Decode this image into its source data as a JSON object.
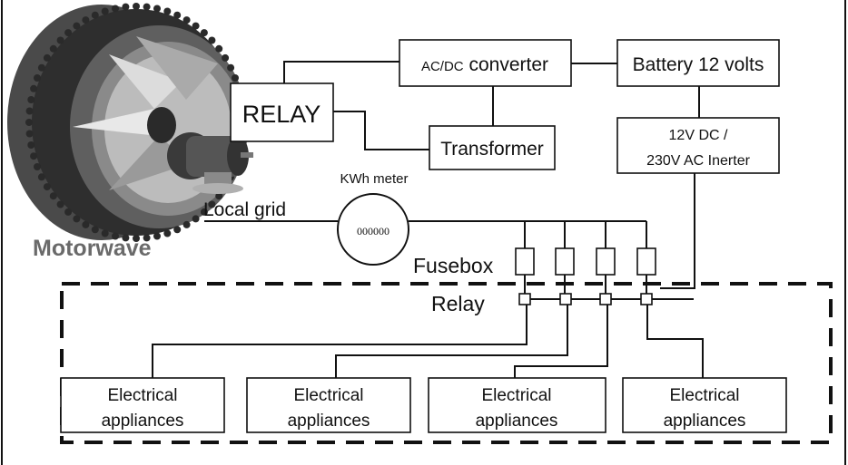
{
  "diagram": {
    "logo_text": "Motorwave",
    "relay_box": "RELAY",
    "converter_box": {
      "prefix": "AC/DC",
      "suffix": " converter"
    },
    "battery_box": "Battery 12 volts",
    "transformer_box": "Transformer",
    "inverter_box": {
      "line1": "12V DC /",
      "line2": "230V AC Inerter"
    },
    "meter_label": "KWh meter",
    "meter_reading": "000000",
    "local_grid": "Local grid",
    "fusebox_label": "Fusebox",
    "relay_label": "Relay",
    "appliances": [
      {
        "line1": "Electrical",
        "line2": "appliances"
      },
      {
        "line1": "Electrical",
        "line2": "appliances"
      },
      {
        "line1": "Electrical",
        "line2": "appliances"
      },
      {
        "line1": "Electrical",
        "line2": "appliances"
      }
    ]
  }
}
